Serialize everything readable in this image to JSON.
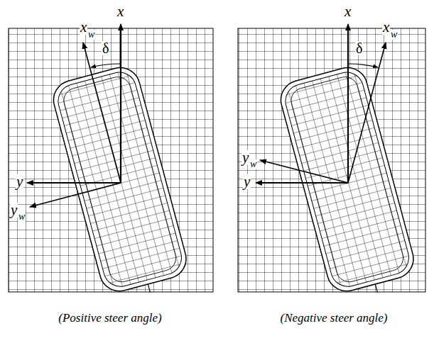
{
  "diagram": {
    "labels": [
      "x",
      "w",
      "x",
      "δ",
      "y",
      "y",
      "w",
      "(Positive steer angle)",
      "x",
      "x",
      "w",
      "δ",
      "y",
      "w",
      "y",
      "(Negative steer angle)"
    ]
  }
}
